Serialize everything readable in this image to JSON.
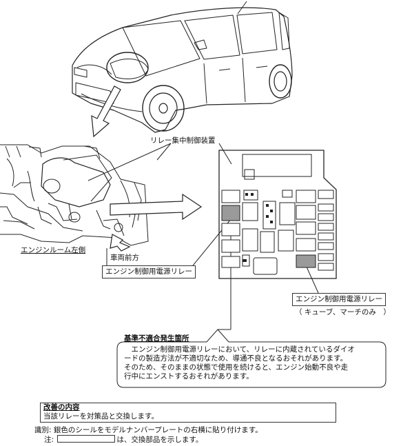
{
  "labels": {
    "relay_unit": "リレー集中制御装置",
    "engine_room_left": "エンジンルーム左側",
    "vehicle_front": "車両前方",
    "relay_callout_left": "エンジン制御用電源リレー",
    "relay_callout_right": "エンジン制御用電源リレー",
    "relay_note_right": "（ キューブ、マーチのみ　）"
  },
  "defect": {
    "heading": "基準不適合発生箇所",
    "lines": [
      "　エンジン制御用電源リレーにおいて、リレーに内蔵されているダイオ",
      "ードの製造方法が不適切なため、導通不良となるおそれがあります。",
      "そのため、そのままの状態で使用を続けると、エンジン始動不良や走",
      "行中にエンストするおそれがあります。"
    ]
  },
  "remedy": {
    "heading": "改善の内容",
    "text": "当該リレーを対策品と交換します。"
  },
  "identification": {
    "label": "識別: ",
    "text": "銀色のシールをモデルナンバープレートの右横に貼り付けます。"
  },
  "note": {
    "label": "注: ",
    "text": "は、交換部品を示します。"
  }
}
